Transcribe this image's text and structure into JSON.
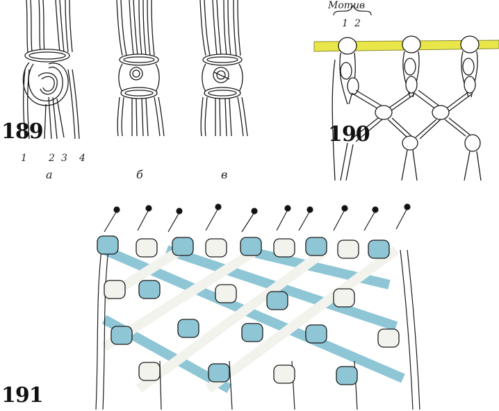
{
  "figures": {
    "fig189": {
      "number": "189",
      "cord_numbers": [
        "1",
        "2",
        "3",
        "4"
      ],
      "variants": [
        "а",
        "б",
        "в"
      ]
    },
    "fig190": {
      "number": "190",
      "motif_label": "Мотив",
      "motif_cords": [
        "1",
        "2"
      ]
    },
    "fig191": {
      "number": "191"
    }
  },
  "colors": {
    "rod": "#e9e64a",
    "cord_blue": "#8fc6d6",
    "cord_white": "#f3f3ee",
    "ink": "#1a1a1a"
  }
}
